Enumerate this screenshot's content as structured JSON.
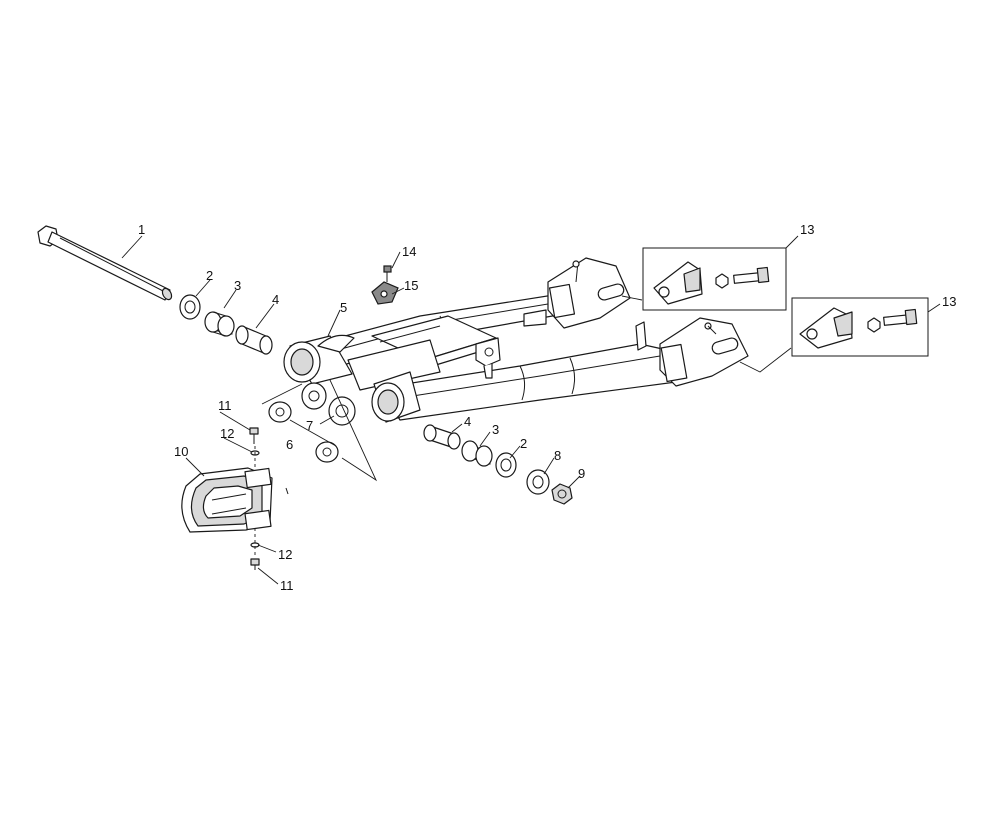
{
  "diagram": {
    "callouts": {
      "c1": "1",
      "c2a": "2",
      "c2b": "2",
      "c3a": "3",
      "c3b": "3",
      "c4a": "4",
      "c4b": "4",
      "c5": "5",
      "c6": "6",
      "c7": "7",
      "c8": "8",
      "c9": "9",
      "c10": "10",
      "c11a": "11",
      "c11b": "11",
      "c12a": "12",
      "c12b": "12",
      "c13a": "13",
      "c13b": "13",
      "c14": "14",
      "c15": "15"
    }
  }
}
